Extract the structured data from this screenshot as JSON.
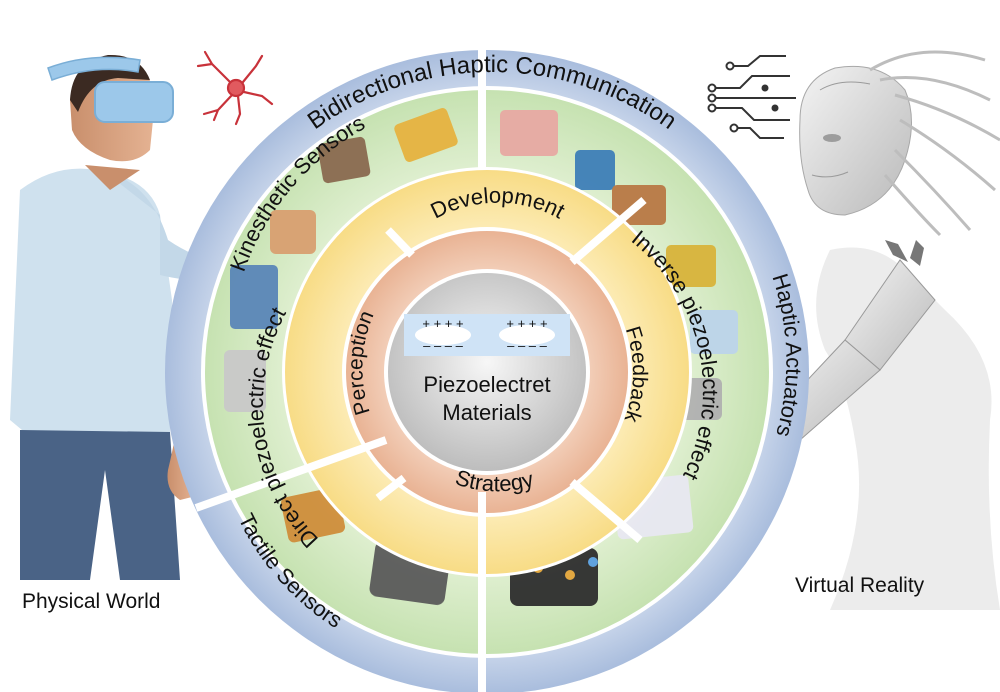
{
  "outer_ring": {
    "title": "Bidirectional Haptic Communication",
    "left_top": "Kinesthetic Sensors",
    "left_bottom": "Tactile Sensors",
    "right": "Haptic Actuators"
  },
  "middle_ring": {
    "left": "Direct piezoelectric effect",
    "right": "Inverse piezoelectric effect"
  },
  "inner_ring": {
    "top": "Development",
    "left": "Perception",
    "right": "Feedback",
    "bottom": "Strategy"
  },
  "center": {
    "line1": "Piezoelectret",
    "line2": "Materials",
    "charges_top": "+ + + +",
    "charges_bottom": "– – – –"
  },
  "sides": {
    "left_label": "Physical World",
    "right_label": "Virtual Reality"
  },
  "icons": [
    "vr-headset-user",
    "neuron-icon",
    "circuit-icon",
    "android-head",
    "robotic-arm"
  ],
  "colors": {
    "outer_ring": "#b7c7e2",
    "middle_ring": "#cfe6bd",
    "yellow_ring": "#fbe8a6",
    "inner_ring": "#efc2a8",
    "center": "#d9d9d9"
  }
}
